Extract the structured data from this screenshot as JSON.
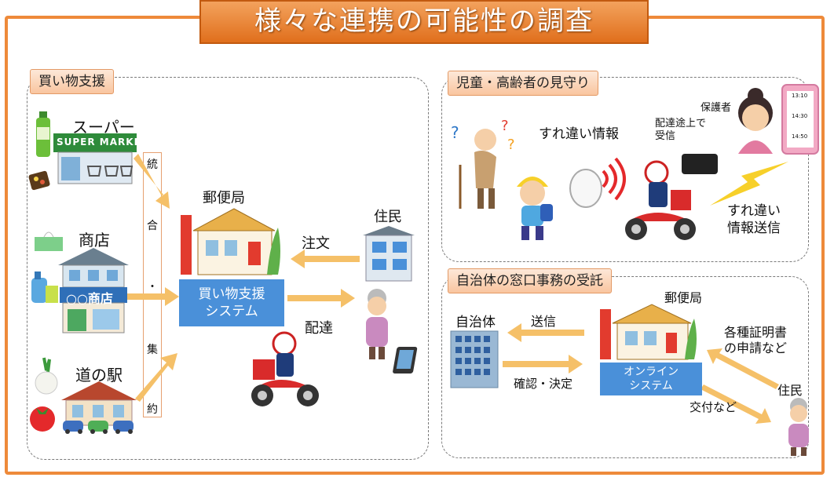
{
  "title": "様々な連携の可能性の調査",
  "shopping": {
    "title": "買い物支援",
    "supermarket": "スーパー",
    "supermarket_sign": "SUPER MARKET",
    "store": "商店",
    "store_sign": "○○商店",
    "roadside_station": "道の駅",
    "integration_chars": [
      "統",
      "合",
      "・",
      "集",
      "約"
    ],
    "post_office": "郵便局",
    "system": "買い物支援\nシステム",
    "order": "注文",
    "delivery": "配達",
    "residents": "住民"
  },
  "watching": {
    "title": "児童・高齢者の見守り",
    "passing_info": "すれ違い情報",
    "receive_during_delivery": "配達途上で\n受信",
    "guardian": "保護者",
    "send_passing_info": "すれ違い\n情報送信",
    "phone_times": [
      "13:10",
      "14:30",
      "14:50"
    ]
  },
  "municipal": {
    "title": "自治体の窓口事務の受託",
    "municipality": "自治体",
    "post_office": "郵便局",
    "send": "送信",
    "confirm": "確認・決定",
    "online_system": "オンライン\nシステム",
    "certificates": "各種証明書\nの申請など",
    "issuance": "交付など",
    "residents": "住民"
  },
  "colors": {
    "frame": "#ee8a3a",
    "title_bg": "#e8833a",
    "system_box": "#4a90d9",
    "arrow": "#f5c068"
  }
}
